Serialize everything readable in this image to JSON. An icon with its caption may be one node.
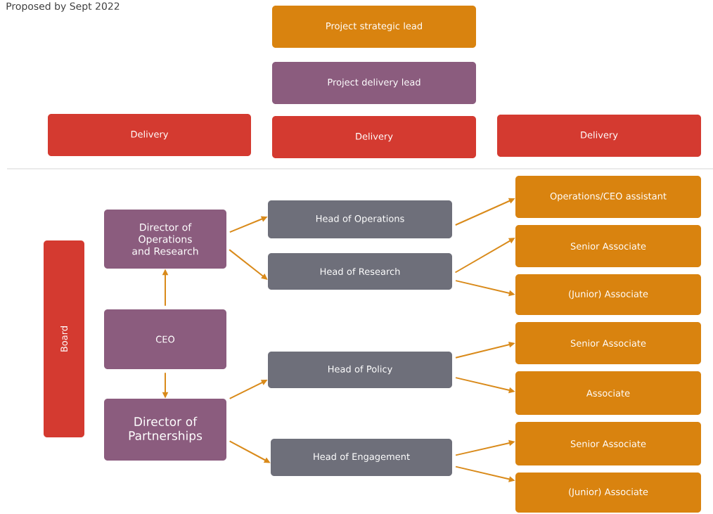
{
  "diagram": {
    "nodes": [
      {
        "text": [
          "Project strategic lead"
        ]
      },
      {
        "text": [
          "Project delivery lead"
        ]
      },
      {
        "text": [
          "Delivery"
        ]
      },
      {
        "text": [
          "Delivery"
        ]
      },
      {
        "text": [
          "Delivery"
        ]
      },
      {
        "text": [
          "Board"
        ]
      },
      {
        "text": [
          "Director of Operations and Research"
        ]
      },
      {
        "text": [
          "CEO"
        ]
      },
      {
        "text": [
          "Director of Partnerships"
        ]
      },
      {
        "text": [
          "Head of Operations"
        ]
      },
      {
        "text": [
          "Head of Research"
        ]
      },
      {
        "text": [
          "Head of Policy"
        ]
      },
      {
        "text": [
          "Head of Engagement"
        ]
      },
      {
        "text": [
          "Operations/CEO assistant"
        ]
      },
      {
        "text": [
          "Senior Associate"
        ]
      },
      {
        "text": [
          "(Junior) Associate"
        ]
      },
      {
        "text": [
          "Senior Associate"
        ]
      },
      {
        "text": [
          "Associate"
        ]
      },
      {
        "text": [
          "Senior Associate"
        ]
      },
      {
        "text": [
          "(Junior) Associate"
        ]
      }
    ],
    "edges": [
      {
        "from": 7,
        "to": 6,
        "arrow": "to"
      },
      {
        "from": 7,
        "to": 8,
        "arrow": "to"
      },
      {
        "from": 6,
        "to": 9,
        "arrow": "to"
      },
      {
        "from": 6,
        "to": 10,
        "arrow": "to"
      },
      {
        "from": 8,
        "to": 11,
        "arrow": "to"
      },
      {
        "from": 8,
        "to": 12,
        "arrow": "to"
      },
      {
        "from": 9,
        "to": 13,
        "arrow": "to"
      },
      {
        "from": 10,
        "to": 14,
        "arrow": "to"
      },
      {
        "from": 10,
        "to": 15,
        "arrow": "to"
      },
      {
        "from": 11,
        "to": 16,
        "arrow": "to"
      },
      {
        "from": 11,
        "to": 17,
        "arrow": "to"
      },
      {
        "from": 12,
        "to": 18,
        "arrow": "to"
      },
      {
        "from": 12,
        "to": 19,
        "arrow": "to"
      }
    ],
    "labels": [
      "Proposed by Sept 2022"
    ]
  }
}
